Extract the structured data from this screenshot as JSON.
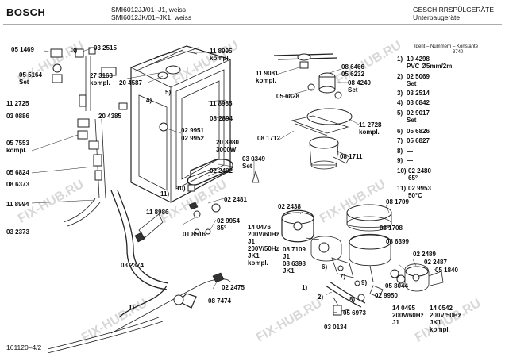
{
  "header": {
    "brand": "BOSCH",
    "models": "SMI6012JJ/01–J1, weiss\nSMI6012JK/01–JK1, weiss",
    "title": "GESCHIRRSPÜLGERÄTE\nUnterbaugeräte",
    "footer_id": "161120–4/2"
  },
  "legend": {
    "heading": "Ident – Nummern – Konstante",
    "sub": "3740",
    "items": [
      {
        "idx": "1)",
        "text": "10 4298\nPVC Ø5mm/2m"
      },
      {
        "idx": "2)",
        "text": "02 5069\nSet"
      },
      {
        "idx": "3)",
        "text": "03 2514"
      },
      {
        "idx": "4)",
        "text": "03 0842"
      },
      {
        "idx": "5)",
        "text": "02 9017\nSet"
      },
      {
        "idx": "6)",
        "text": "05 6826"
      },
      {
        "idx": "7)",
        "text": "05 6827"
      },
      {
        "idx": "8)",
        "text": "—"
      },
      {
        "idx": "9)",
        "text": "—"
      },
      {
        "idx": "10)",
        "text": "02 2480\n65°"
      },
      {
        "idx": "11)",
        "text": "02 9953\n50°C"
      }
    ]
  },
  "watermark": "FIX-HUB.RU",
  "callouts": {
    "c01": "05 1469",
    "c02": "3)",
    "c03": "03 2515",
    "c04": "05 5164\nSet",
    "c05": "27 3163\nkompl.",
    "c06": "20 4587",
    "c07": "11 8995\nkompl.",
    "c08": "11 2725",
    "c09": "03 0886",
    "c10": "20 4385",
    "c11": "4)",
    "c12": "5)",
    "c13": "11 8985",
    "c14": "08 2894",
    "c15": "05 7553\nkompl.",
    "c16": "02 9951",
    "c17": "02 9952",
    "c18": "20 3980\n3000W",
    "c19": "05 6824",
    "c20": "08 6373",
    "c21": "03 0349\nSet",
    "c22": "02 2482",
    "c23": "11)",
    "c24": "10)",
    "c25": "11 8994",
    "c26": "02 2481",
    "c27": "11 8986",
    "c28": "03 2373",
    "c29": "02 9954\n85°",
    "c30": "01 8516",
    "c31": "03 2374",
    "c32": "02 2475",
    "c33": "08 7474",
    "c34": "1)",
    "c35": "11 9081\nkompl.",
    "c36": "08 6466",
    "c37": "05 6232",
    "c38": "08 4240\nSet",
    "c39": "05 6828",
    "c40": "11 2728\nkompl.",
    "c41": "08 1712",
    "c42": "08 1711",
    "c43": "02 2438",
    "c44": "08 1709",
    "c45": "14 0476\n200V/60Hz\nJ1\n200V/50Hz\nJK1\nkompl.",
    "c46": "08 1708",
    "c47": "08 6399",
    "c48": "08 7109\nJ1\n08 6398\nJK1",
    "c49": "6)",
    "c50": "02 2489",
    "c51": "02 2487",
    "c52": "05 1840",
    "c53": "7)",
    "c54": "05 8044",
    "c55": "02 9950",
    "c56": "9)",
    "c57": "8)",
    "c58": "2)",
    "c59": "05 6973",
    "c60": "03 0134",
    "c61": "14 0495\n200V/60Hz\nJ1",
    "c62": "14 0542\n200V/50Hz\nJK1\nkompl.",
    "c63": "1)"
  }
}
